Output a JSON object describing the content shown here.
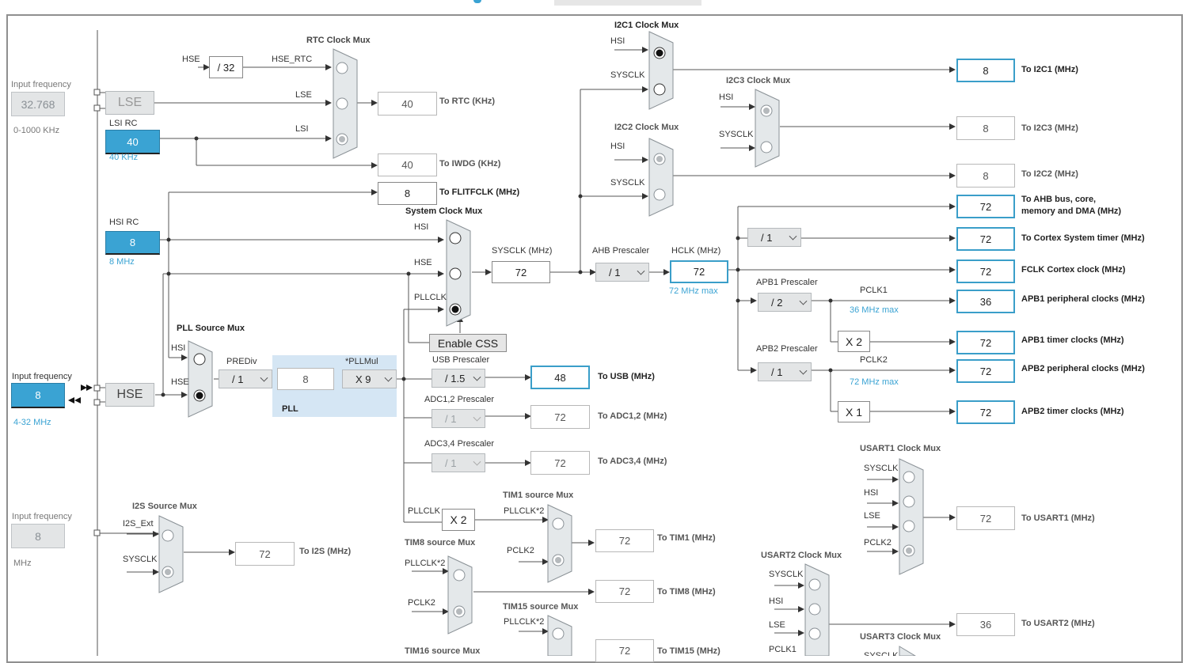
{
  "osc": {
    "lse_input_label": "Input frequency",
    "lse_input_value": "32.768",
    "lse_range": "0-1000 KHz",
    "lse_label": "LSE",
    "lsi_rc_label": "LSI RC",
    "lsi_value": "40",
    "lsi_sub": "40 KHz",
    "hsi_rc_label": "HSI RC",
    "hsi_value": "8",
    "hsi_sub": "8 MHz",
    "hse_input_label": "Input frequency",
    "hse_input_value": "8",
    "hse_range": "4-32 MHz",
    "hse_label": "HSE",
    "i2s_input_label": "Input frequency",
    "i2s_input_value": "8",
    "i2s_unit": "MHz"
  },
  "rtc": {
    "title": "RTC Clock Mux",
    "hse_in": "HSE",
    "div": "/ 32",
    "hse_rtc": "HSE_RTC",
    "lse_in": "LSE",
    "lsi_in": "LSI",
    "out_value": "40",
    "out_label": "To RTC (KHz)",
    "iwdg_value": "40",
    "iwdg_label": "To IWDG (KHz)",
    "flit_value": "8",
    "flit_label": "To FLITFCLK (MHz)"
  },
  "sysmux": {
    "title": "System Clock Mux",
    "hsi": "HSI",
    "hse": "HSE",
    "pllclk": "PLLCLK",
    "sysclk_label": "SYSCLK (MHz)",
    "sysclk_value": "72",
    "enable_css": "Enable CSS"
  },
  "ahb": {
    "prescaler_label": "AHB Prescaler",
    "prescaler_value": "/ 1",
    "hclk_label": "HCLK (MHz)",
    "hclk_value": "72",
    "hclk_max": "72 MHz max",
    "cortex_div": "/ 1",
    "apb1_label": "APB1 Prescaler",
    "apb1_value": "/ 2",
    "pclk1": "PCLK1",
    "pclk1_max": "36 MHz max",
    "x2": "X 2",
    "apb2_label": "APB2 Prescaler",
    "apb2_value": "/ 1",
    "pclk2": "PCLK2",
    "pclk2_max": "72 MHz max",
    "x1": "X 1"
  },
  "outputs": {
    "ahb_value": "72",
    "ahb_label_1": "To AHB bus, core,",
    "ahb_label_2": "memory and DMA (MHz)",
    "cortex_value": "72",
    "cortex_label": "To Cortex System timer (MHz)",
    "fclk_value": "72",
    "fclk_label": "FCLK Cortex clock (MHz)",
    "apb1p_value": "36",
    "apb1p_label": "APB1 peripheral clocks (MHz)",
    "apb1t_value": "72",
    "apb1t_label": "APB1 timer clocks (MHz)",
    "apb2p_value": "72",
    "apb2p_label": "APB2 peripheral clocks (MHz)",
    "apb2t_value": "72",
    "apb2t_label": "APB2 timer clocks (MHz)"
  },
  "i2c": {
    "i2c1_title": "I2C1 Clock Mux",
    "hsi": "HSI",
    "sysclk": "SYSCLK",
    "i2c1_value": "8",
    "i2c1_label": "To I2C1 (MHz)",
    "i2c3_title": "I2C3 Clock Mux",
    "i2c3_value": "8",
    "i2c3_label": "To I2C3 (MHz)",
    "i2c2_title": "I2C2 Clock Mux",
    "i2c2_value": "8",
    "i2c2_label": "To I2C2 (MHz)"
  },
  "pll": {
    "src_title": "PLL Source Mux",
    "hsi": "HSI",
    "hse": "HSE",
    "prediv_label": "PREDiv",
    "prediv_value": "/ 1",
    "pll_in": "8",
    "pllmul_label": "*PLLMul",
    "pllmul_value": "X 9",
    "pll_label": "PLL"
  },
  "usb": {
    "prescaler_label": "USB Prescaler",
    "prescaler_value": "/ 1.5",
    "value": "48",
    "label": "To USB (MHz)",
    "adc12_label": "ADC1,2 Prescaler",
    "adc12_div": "/ 1",
    "adc12_value": "72",
    "adc12_out": "To ADC1,2 (MHz)",
    "adc34_label": "ADC3,4 Prescaler",
    "adc34_div": "/ 1",
    "adc34_value": "72",
    "adc34_out": "To ADC3,4 (MHz)"
  },
  "i2s": {
    "title": "I2S Source Mux",
    "ext": "I2S_Ext",
    "sysclk": "SYSCLK",
    "value": "72",
    "label": "To I2S (MHz)"
  },
  "tim": {
    "pllclk": "PLLCLK",
    "x2": "X 2",
    "tim1_title": "TIM1 source Mux",
    "pllclk2": "PLLCLK*2",
    "pclk2": "PCLK2",
    "tim1_value": "72",
    "tim1_label": "To TIM1 (MHz)",
    "tim8_title": "TIM8 source Mux",
    "tim8_value": "72",
    "tim8_label": "To TIM8 (MHz)",
    "tim15_title": "TIM15 source Mux",
    "tim15_value": "72",
    "tim15_label": "To TIM15 (MHz)",
    "tim16_title": "TIM16 source Mux"
  },
  "usart": {
    "u1_title": "USART1 Clock Mux",
    "sysclk": "SYSCLK",
    "hsi": "HSI",
    "lse": "LSE",
    "pclk2": "PCLK2",
    "pclk1": "PCLK1",
    "u1_value": "72",
    "u1_label": "To USART1 (MHz)",
    "u2_title": "USART2 Clock Mux",
    "u2_value": "36",
    "u2_label": "To USART2 (MHz)",
    "u3_title": "USART3 Clock Mux",
    "u3_partial": "SYSCLK"
  }
}
